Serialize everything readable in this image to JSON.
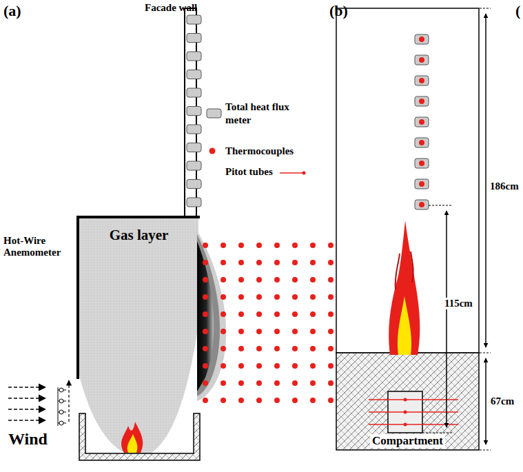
{
  "diagram": {
    "nodes": [
      {
        "text": [
          "Facade wall"
        ]
      },
      {
        "text": [
          "Gas layer"
        ]
      },
      {
        "text": [
          "Compartment"
        ]
      }
    ],
    "labels": [
      "(a)",
      "(b)",
      "(",
      "Hot-Wire Anemometer",
      "Wind",
      "186cm",
      "115cm",
      "67cm"
    ],
    "legend": [
      {
        "text": "Total heat flux meter"
      },
      {
        "text": "Thermocouples"
      },
      {
        "text": "Pitot tubes"
      }
    ]
  }
}
